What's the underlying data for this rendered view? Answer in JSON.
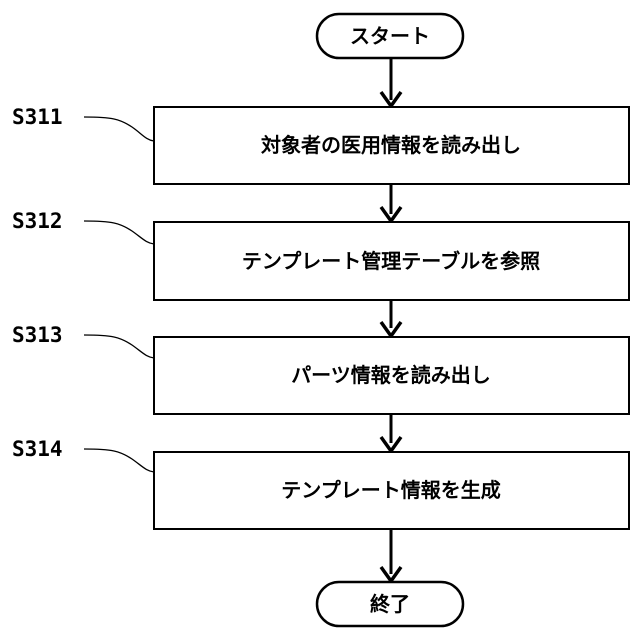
{
  "start": {
    "label": "スタート"
  },
  "steps": [
    {
      "id": "S311",
      "label": "対象者の医用情報を読み出し"
    },
    {
      "id": "S312",
      "label": "テンプレート管理テーブルを参照"
    },
    {
      "id": "S313",
      "label": "パーツ情報を読み出し"
    },
    {
      "id": "S314",
      "label": "テンプレート情報を生成"
    }
  ],
  "end": {
    "label": "終了"
  }
}
